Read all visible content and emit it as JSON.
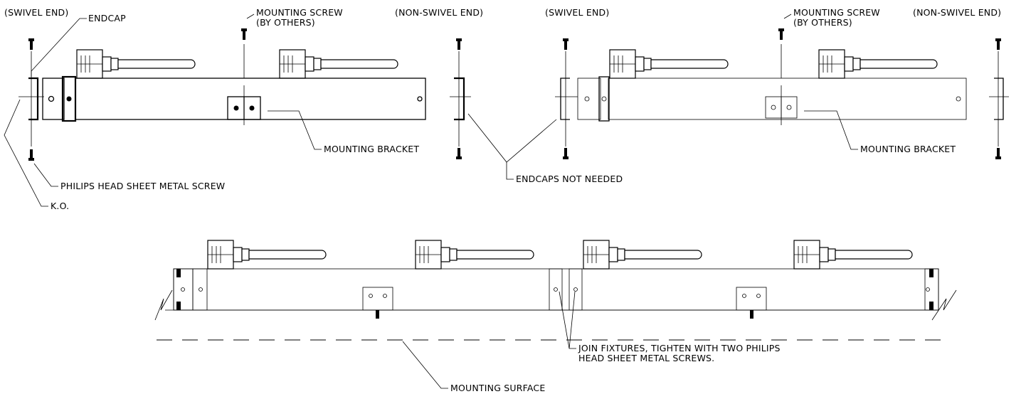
{
  "labels": {
    "swivel_end_1": "(SWIVEL END)",
    "endcap": "ENDCAP",
    "mounting_screw_1a": "MOUNTING SCREW",
    "mounting_screw_1b": "(BY OTHERS)",
    "non_swivel_end_1": "(NON-SWIVEL END)",
    "swivel_end_2": "(SWIVEL END)",
    "mounting_screw_2a": "MOUNTING SCREW",
    "mounting_screw_2b": "(BY OTHERS)",
    "non_swivel_end_2": "(NON-SWIVEL END)",
    "mounting_bracket_1": "MOUNTING BRACKET",
    "mounting_bracket_2": "MOUNTING BRACKET",
    "endcaps_not_needed": "ENDCAPS NOT NEEDED",
    "philips_screw": "PHILIPS HEAD SHEET METAL SCREW",
    "ko": "K.O.",
    "join_fixtures_a": "JOIN FIXTURES, TIGHTEN WITH TWO PHILIPS",
    "join_fixtures_b": "HEAD SHEET METAL SCREWS.",
    "mounting_surface": "MOUNTING SURFACE"
  }
}
